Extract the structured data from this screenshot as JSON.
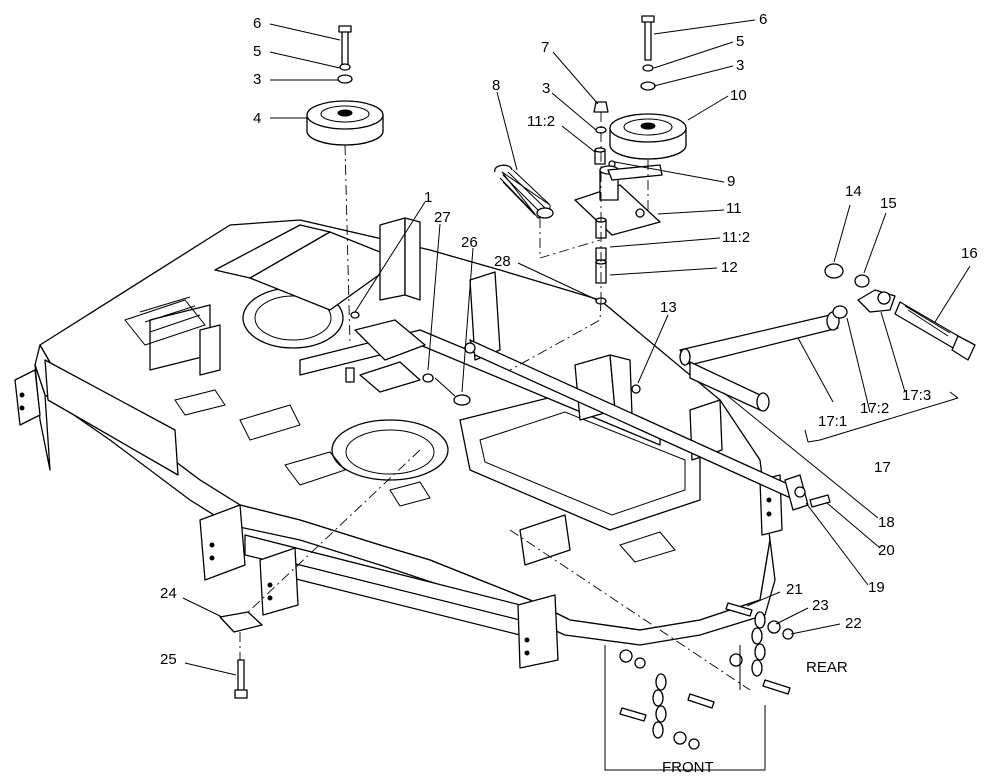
{
  "callouts": {
    "n6a": "6",
    "n5a": "5",
    "n3a": "3",
    "n4": "4",
    "n6b": "6",
    "n5b": "5",
    "n3b": "3",
    "n10": "10",
    "n7": "7",
    "n3c": "3",
    "n11_2a": "11:2",
    "n8": "8",
    "n9": "9",
    "n11": "11",
    "n11_2b": "11:2",
    "n12": "12",
    "n28": "28",
    "n1": "1",
    "n27": "27",
    "n26": "26",
    "n13": "13",
    "n14": "14",
    "n15": "15",
    "n16": "16",
    "n17_1": "17:1",
    "n17_2": "17:2",
    "n17_3": "17:3",
    "n17": "17",
    "n18": "18",
    "n20": "20",
    "n19": "19",
    "n21": "21",
    "n23": "23",
    "n22": "22",
    "n24": "24",
    "n25": "25"
  },
  "labels": {
    "rear": "REAR",
    "front": "FRONT"
  }
}
